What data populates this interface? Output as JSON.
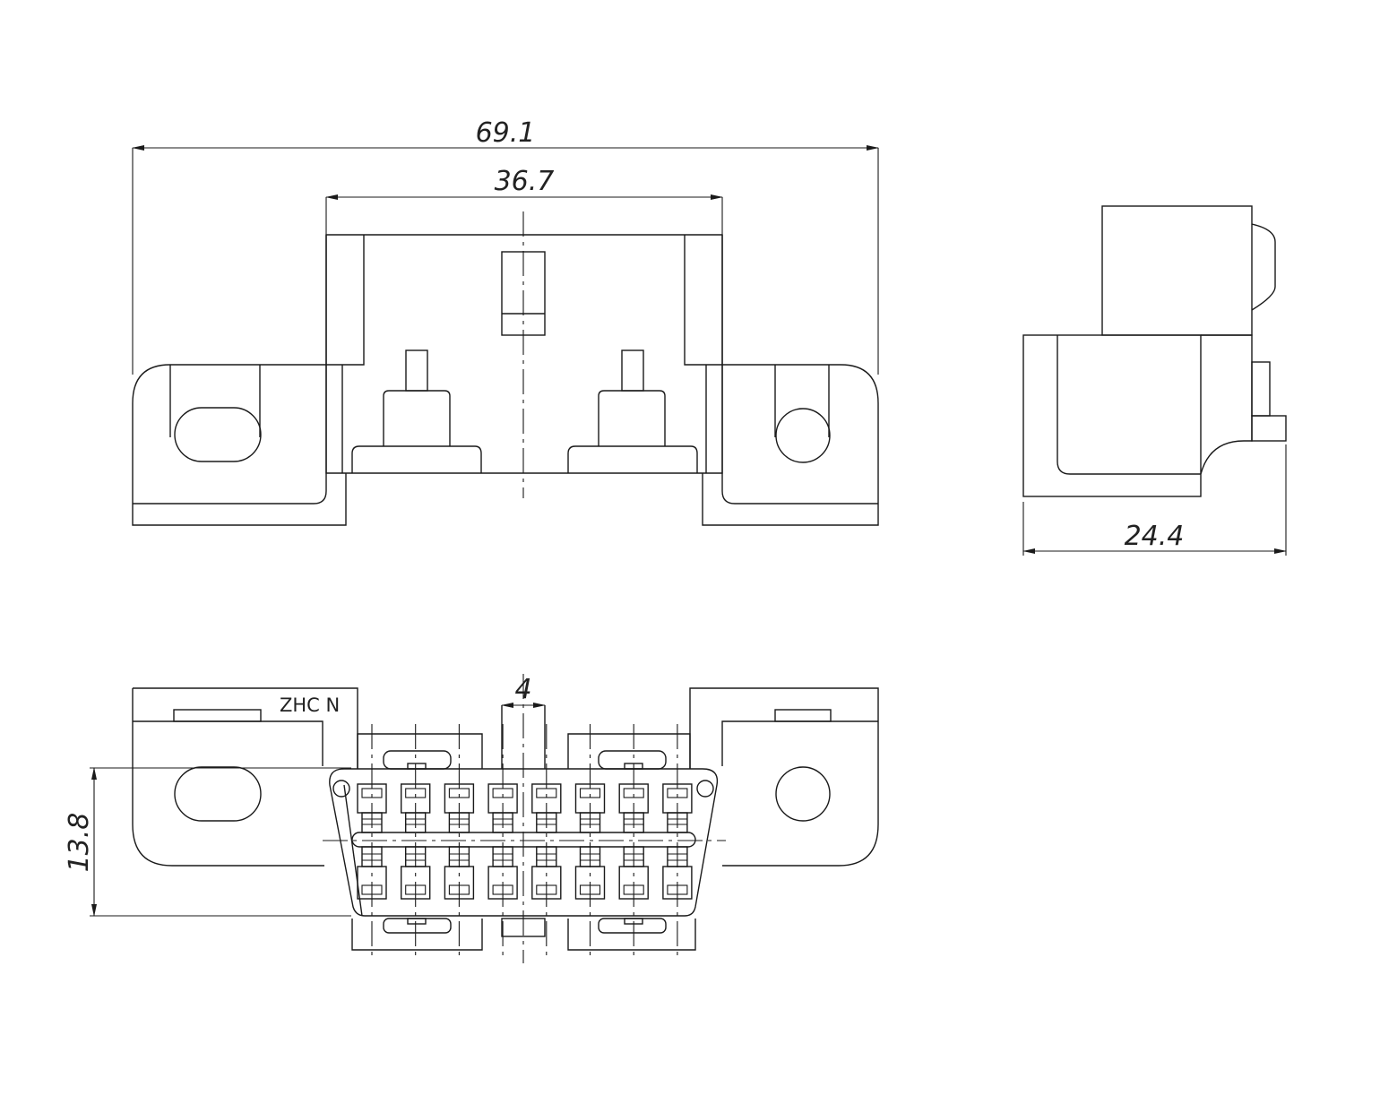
{
  "dimensions": {
    "overall_width": "69.1",
    "inner_width": "36.7",
    "depth": "24.4",
    "height": "13.8",
    "pin_spacing": "4"
  },
  "marking": "ZHC N",
  "connector": {
    "pins_per_row": 8,
    "rows": 2
  }
}
